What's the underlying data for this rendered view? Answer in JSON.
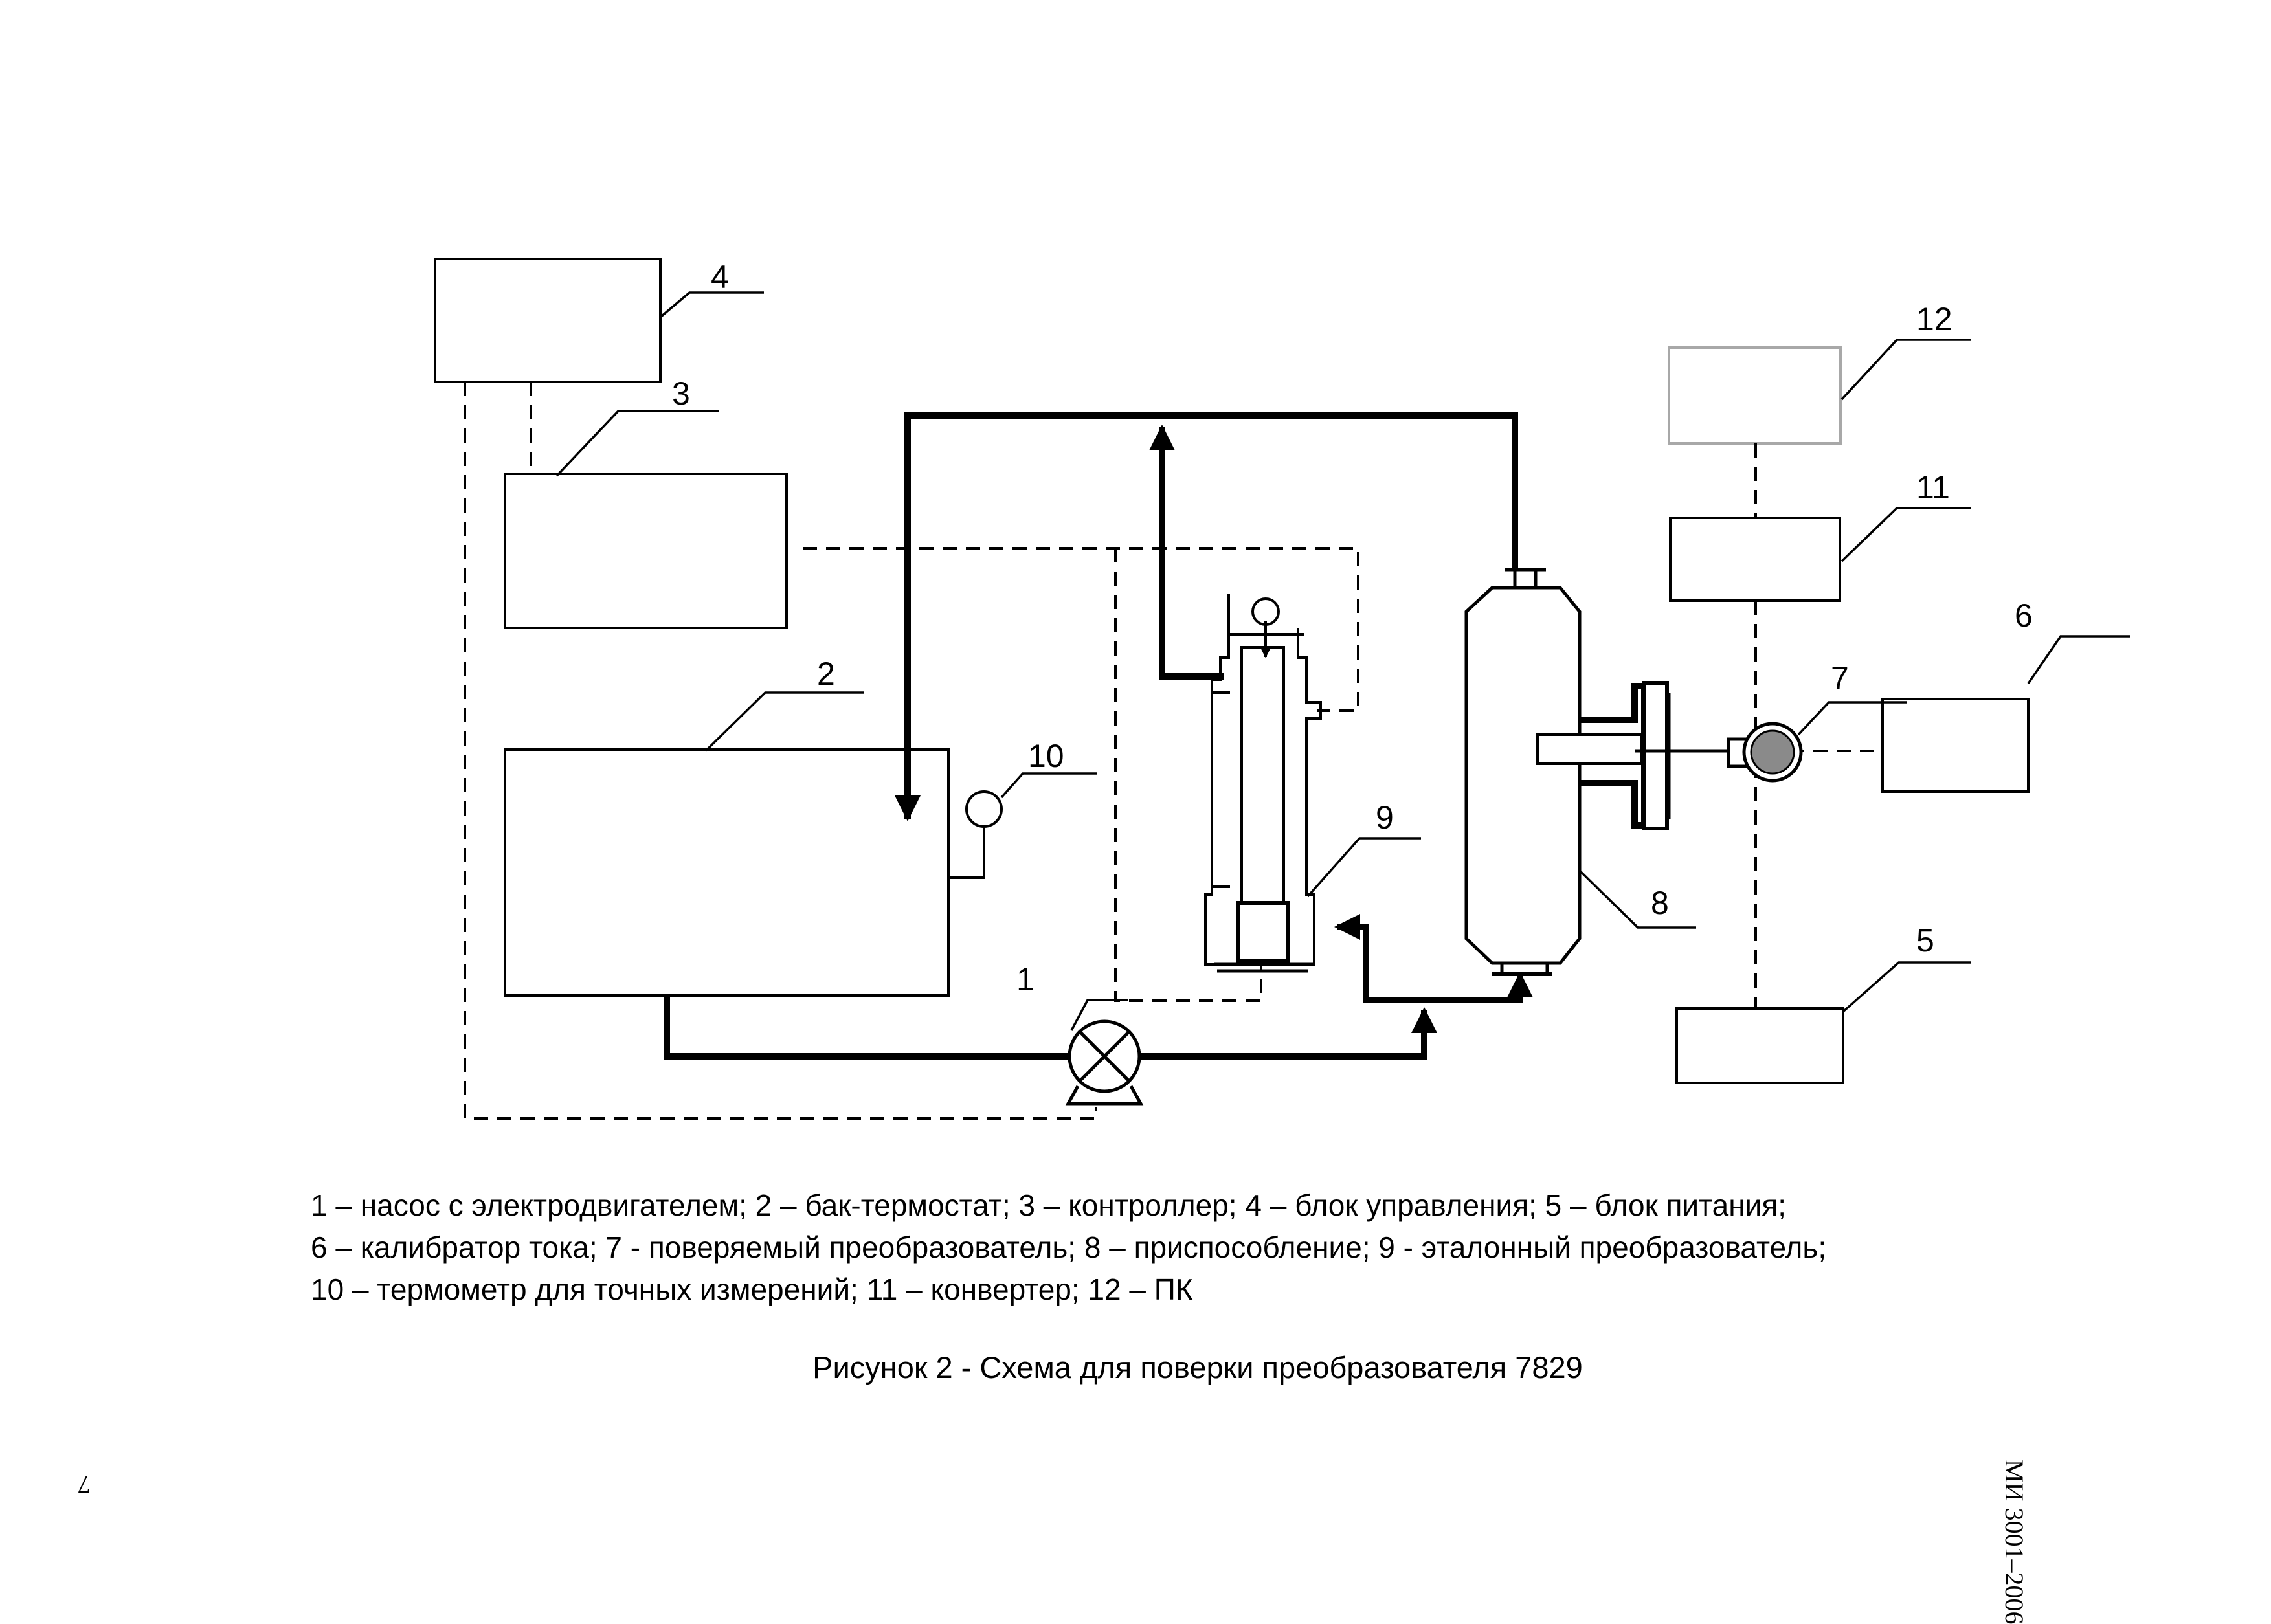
{
  "diagram": {
    "labels": {
      "n1": "1",
      "n2": "2",
      "n3": "3",
      "n4": "4",
      "n5": "5",
      "n6": "6",
      "n7": "7",
      "n8": "8",
      "n9": "9",
      "n10": "10",
      "n11": "11",
      "n12": "12"
    }
  },
  "legend": {
    "line1": "1 – насос с электродвигателем; 2 – бак-термостат; 3 – контроллер; 4 – блок управления; 5 – блок питания;",
    "line2": "6 – калибратор тока; 7 - поверяемый преобразователь; 8 – приспособление; 9 - эталонный преобразователь;",
    "line3": "10 – термометр для точных измерений; 11 – конвертер; 12 – ПК"
  },
  "caption": "Рисунок 2 - Схема для поверки преобразователя 7829",
  "side_stamp": "МИ 3001–2006",
  "page_number": "7",
  "colors": {
    "ink": "#000000",
    "faint_box": "#a8a8a8",
    "sensor_fill": "#8a8a8a"
  }
}
